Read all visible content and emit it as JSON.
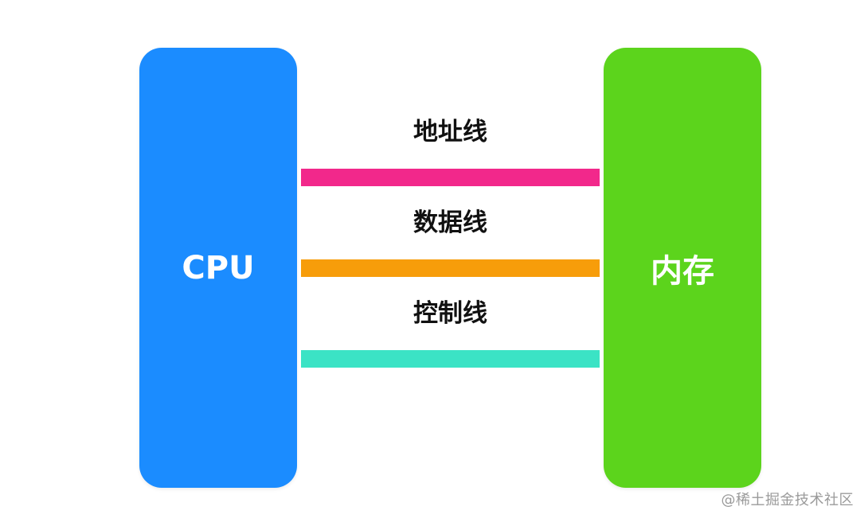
{
  "blocks": {
    "cpu": {
      "label": "CPU",
      "color": "#1b8cff"
    },
    "memory": {
      "label": "内存",
      "color": "#5cd41c"
    }
  },
  "buses": [
    {
      "label": "地址线",
      "color": "#f2288b"
    },
    {
      "label": "数据线",
      "color": "#f79d0a"
    },
    {
      "label": "控制线",
      "color": "#3be3c5"
    }
  ],
  "watermark": "@稀土掘金技术社区"
}
